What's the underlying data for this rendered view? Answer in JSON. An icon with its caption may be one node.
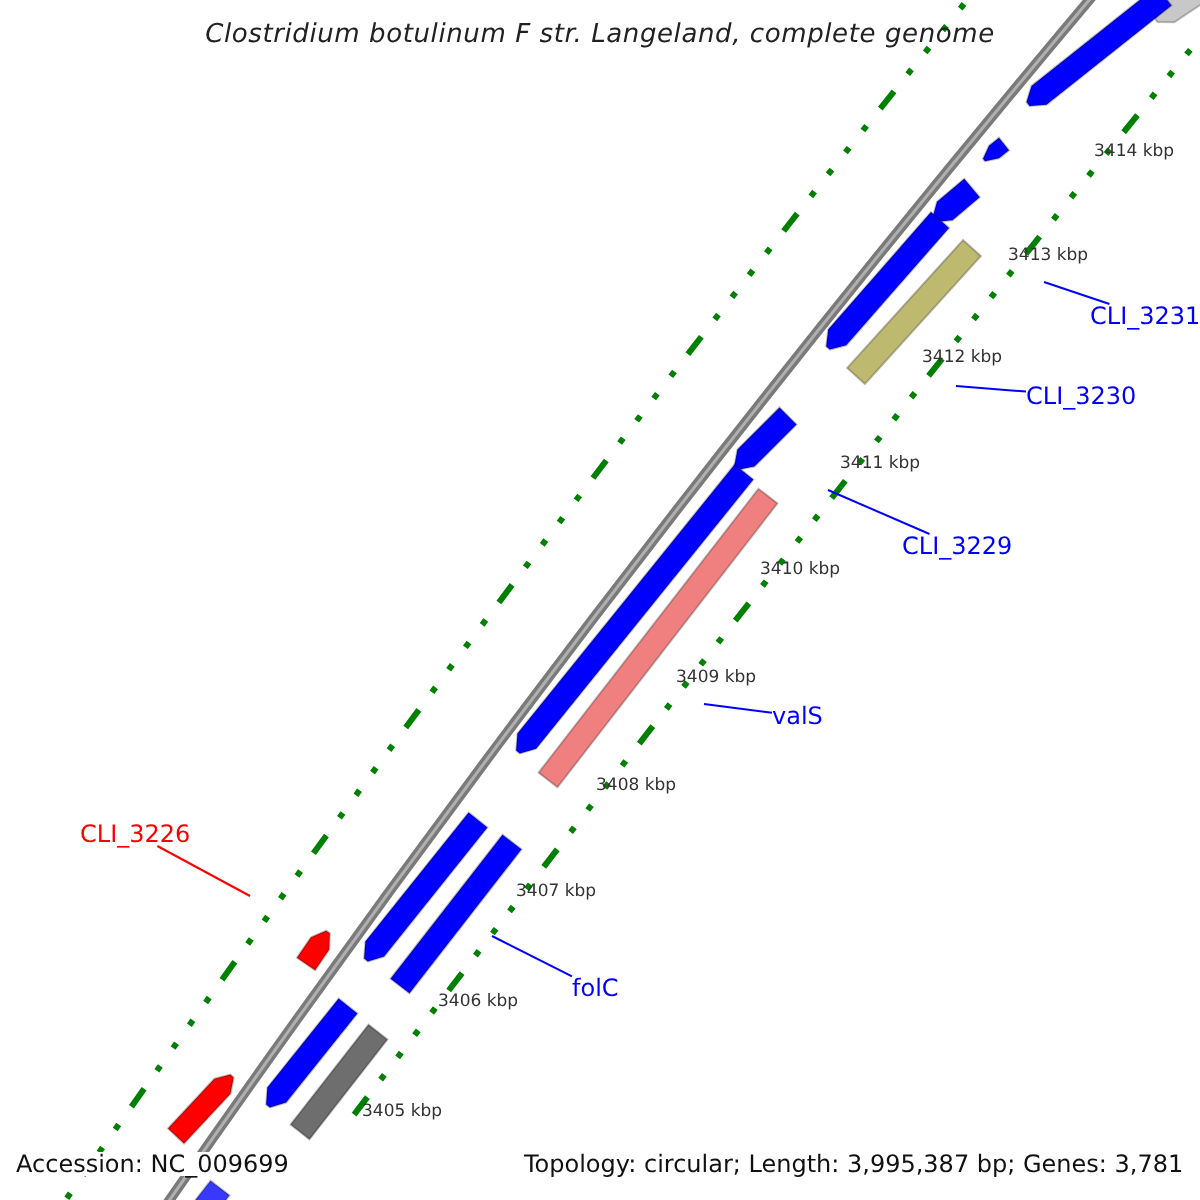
{
  "diagram": {
    "title": "Clostridium botulinum F str. Langeland, complete genome",
    "nodes": [
      {
        "text": [
          "CLI_3231"
        ]
      },
      {
        "text": [
          "CLI_3230"
        ]
      },
      {
        "text": [
          "CLI_3229"
        ]
      },
      {
        "text": [
          "valS"
        ]
      },
      {
        "text": [
          "CLI_3226"
        ]
      },
      {
        "text": [
          "folC"
        ]
      }
    ],
    "edges": [
      {
        "from": 0,
        "to": null,
        "arrow": "none"
      },
      {
        "from": 1,
        "to": null,
        "arrow": "none"
      },
      {
        "from": 2,
        "to": null,
        "arrow": "none"
      },
      {
        "from": 3,
        "to": null,
        "arrow": "none"
      },
      {
        "from": 4,
        "to": null,
        "arrow": "none",
        "color": "#ff0000"
      },
      {
        "from": 5,
        "to": null,
        "arrow": "none"
      }
    ],
    "labels": [
      "3414 kbp",
      "3413 kbp",
      "3412 kbp",
      "3411 kbp",
      "3410 kbp",
      "3409 kbp",
      "3408 kbp",
      "3407 kbp",
      "3406 kbp",
      "3405 kbp",
      "Accession: NC_009699",
      "Topology: circular; Length: 3,995,387 bp; Genes: 3,781"
    ]
  }
}
